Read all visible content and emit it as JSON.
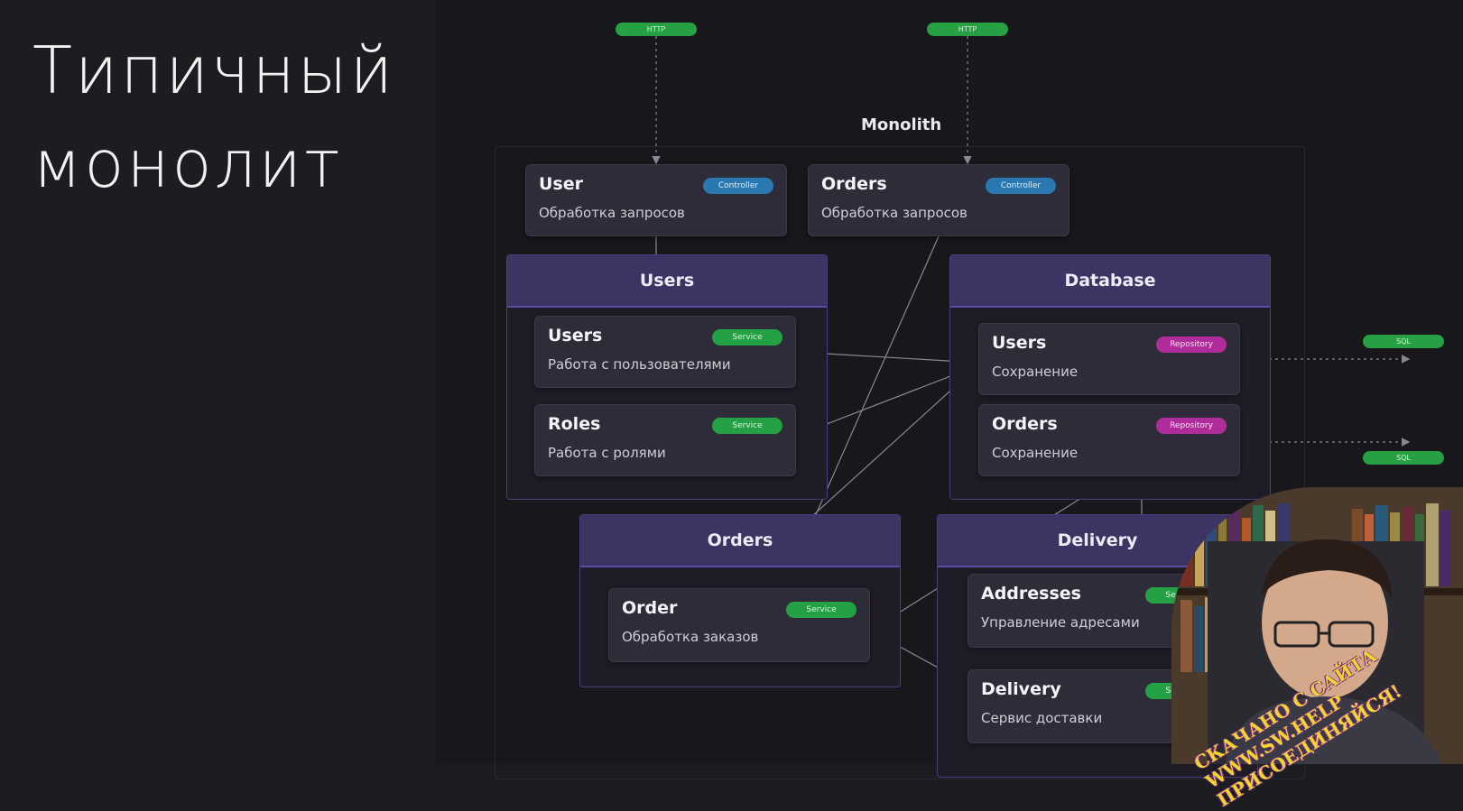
{
  "slide": {
    "title_lines": [
      "Типичный",
      "монолит"
    ]
  },
  "diagram": {
    "monolith_label": "Monolith",
    "http_labels": [
      "HTTP",
      "HTTP"
    ],
    "sql_labels": [
      "SQL",
      "SQL"
    ],
    "controllers": [
      {
        "title": "User",
        "subtitle": "Обработка запросов",
        "tag": "Controller"
      },
      {
        "title": "Orders",
        "subtitle": "Обработка запросов",
        "tag": "Controller"
      }
    ],
    "groups": {
      "users": {
        "title": "Users",
        "cards": [
          {
            "title": "Users",
            "subtitle": "Работа с пользователями",
            "tag": "Service"
          },
          {
            "title": "Roles",
            "subtitle": "Работа с ролями",
            "tag": "Service"
          }
        ]
      },
      "database": {
        "title": "Database",
        "cards": [
          {
            "title": "Users",
            "subtitle": "Сохранение",
            "tag": "Repository"
          },
          {
            "title": "Orders",
            "subtitle": "Сохранение",
            "tag": "Repository"
          }
        ]
      },
      "orders": {
        "title": "Orders",
        "cards": [
          {
            "title": "Order",
            "subtitle": "Обработка заказов",
            "tag": "Service"
          }
        ]
      },
      "delivery": {
        "title": "Delivery",
        "cards": [
          {
            "title": "Addresses",
            "subtitle": "Управление адресами",
            "tag": "Service"
          },
          {
            "title": "Delivery",
            "subtitle": "Сервис доставки",
            "tag": "Service"
          }
        ]
      }
    }
  },
  "watermark": {
    "lines": [
      "СКАЧАНО С САЙТА",
      "WWW.SW.HELP",
      "ПРИСОЕДИНЯЙСЯ!"
    ]
  },
  "colors": {
    "background": "#1d1d21",
    "group_header": "#3c3463",
    "controller_tag": "#2a78b0",
    "service_tag": "#24a144",
    "repository_tag": "#b02c9a",
    "http_pill": "#27a043"
  }
}
